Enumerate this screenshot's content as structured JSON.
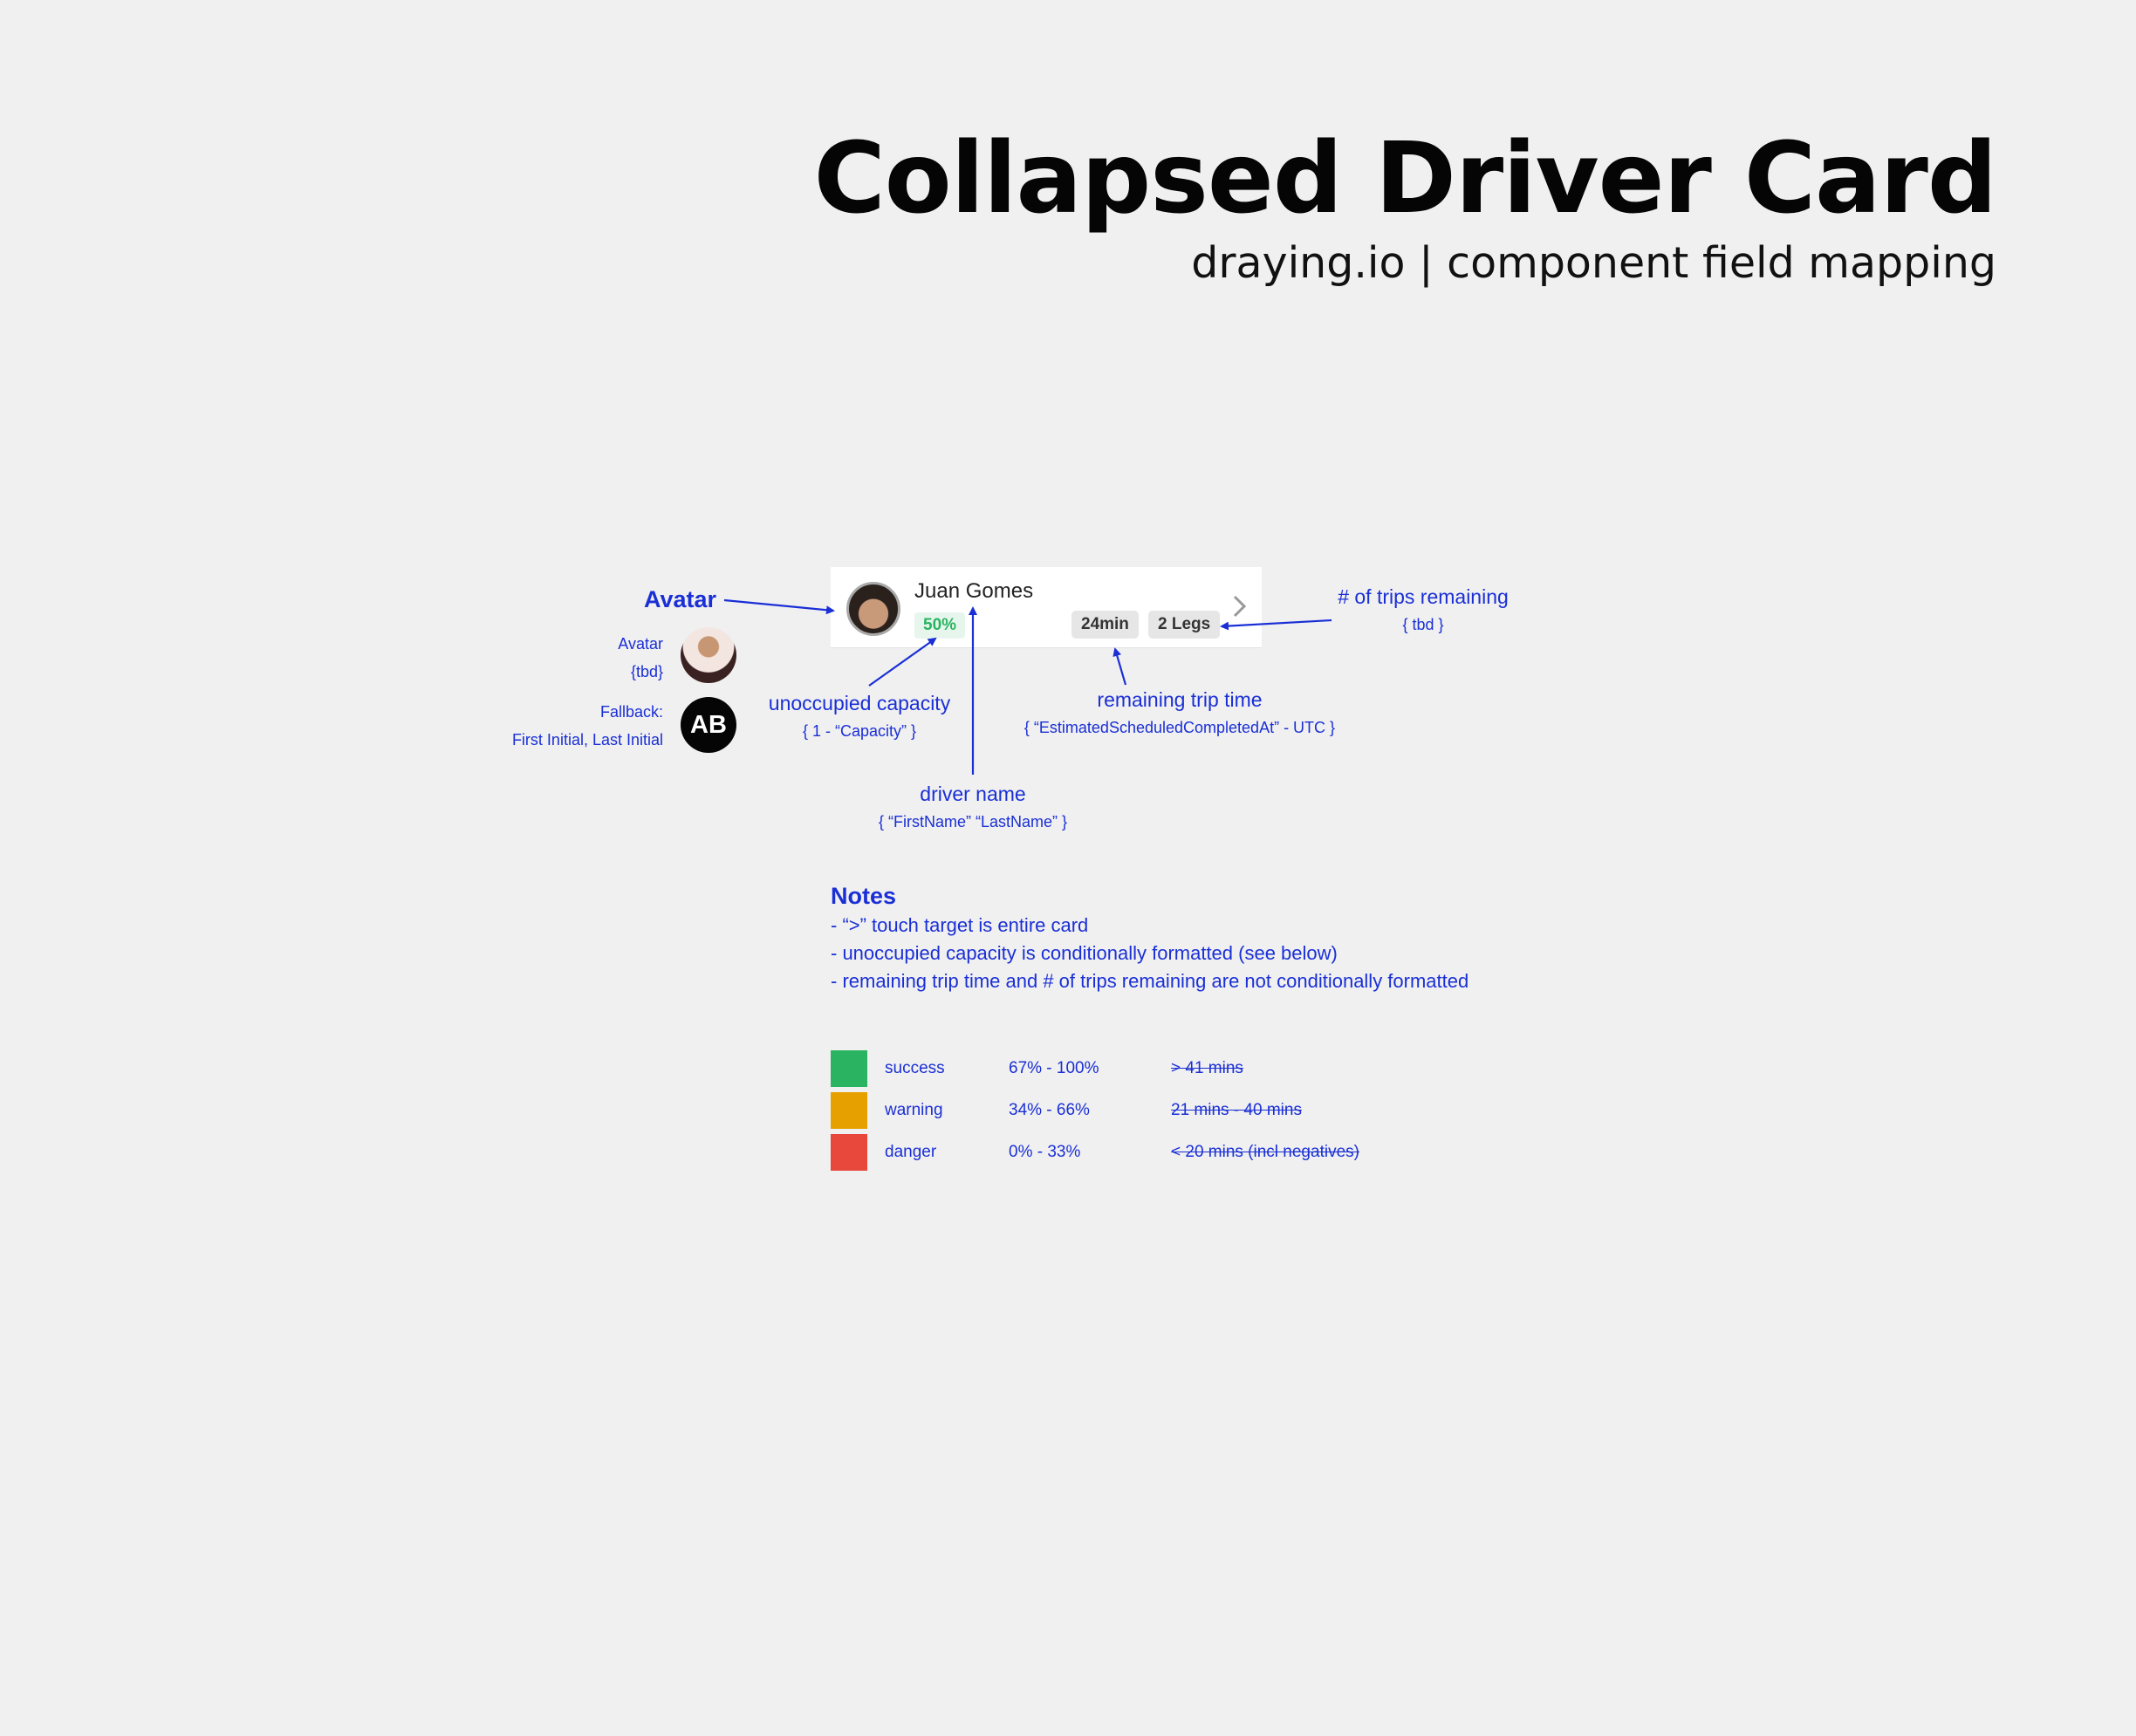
{
  "header": {
    "title": "Collapsed Driver Card",
    "subtitle": "draying.io | component field mapping"
  },
  "card": {
    "driver_name": "Juan Gomes",
    "capacity": "50%",
    "remaining_time": "24min",
    "legs": "2 Legs",
    "chevron_icon": "chevron-right-icon"
  },
  "annotations": {
    "avatar_heading": "Avatar",
    "avatar_example_label_1": "Avatar",
    "avatar_example_label_2": "{tbd}",
    "fallback_label_1": "Fallback:",
    "fallback_label_2": "First Initial, Last Initial",
    "fallback_initials": "AB",
    "capacity_label": "unoccupied capacity",
    "capacity_sub": "{ 1 - “Capacity” }",
    "driver_name_label": "driver name",
    "driver_name_sub": "{ “FirstName” “LastName” }",
    "trip_time_label": "remaining trip time",
    "trip_time_sub": "{ “EstimatedScheduledCompletedAt” - UTC }",
    "trips_label": "# of trips remaining",
    "trips_sub": "{ tbd }"
  },
  "notes": {
    "heading": "Notes",
    "lines": [
      "- “>” touch target is entire card",
      "-  unoccupied capacity is conditionally formatted (see below)",
      "- remaining trip time and # of trips remaining are not conditionally formatted"
    ]
  },
  "legend": [
    {
      "name": "success",
      "range": "67% - 100%",
      "mins": "> 41 mins",
      "color": "#2ab462"
    },
    {
      "name": "warning",
      "range": "34% - 66%",
      "mins": "21 mins - 40 mins",
      "color": "#e6a100"
    },
    {
      "name": "danger",
      "range": "0% - 33%",
      "mins": "< 20 mins (incl negatives)",
      "color": "#e8473b"
    }
  ],
  "colors": {
    "annotation": "#1a2fd6",
    "background": "#f0f0f0"
  }
}
